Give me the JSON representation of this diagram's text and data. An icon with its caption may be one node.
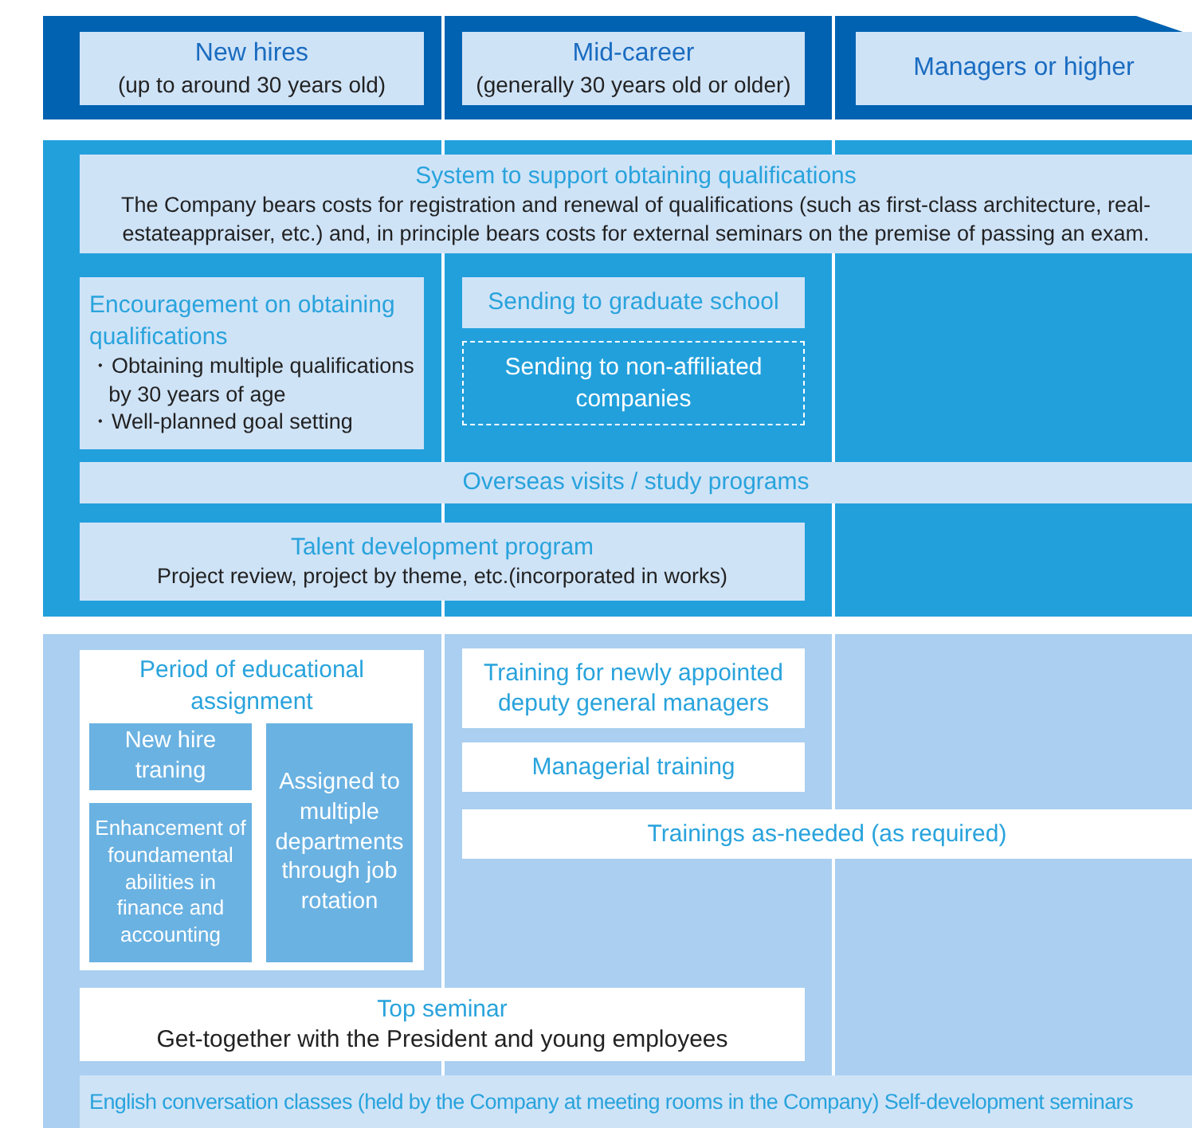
{
  "diagram": {
    "nodes": [
      {
        "text": [
          "New hires",
          "(up to around 30 years old)"
        ]
      },
      {
        "text": [
          "Mid-career",
          "(generally 30 years old or older)"
        ]
      },
      {
        "text": [
          "Managers or higher"
        ]
      },
      {
        "text": [
          "System to support obtaining qualifications",
          "The Company bears costs for registration and renewal of qualifications (such as first-class architecture, real-estateappraiser, etc.) and, in principle bears costs for external seminars on the premise of passing an exam."
        ]
      },
      {
        "text": [
          "Encouragement on obtaining qualifications",
          "・Obtaining multiple qualifications by 30 years of age",
          "・Well-planned goal setting"
        ]
      },
      {
        "text": [
          "Sending to graduate school"
        ]
      },
      {
        "text": [
          "Sending to non-affiliated companies"
        ]
      },
      {
        "text": [
          "Overseas visits / study programs"
        ]
      },
      {
        "text": [
          "Talent development program",
          "Project review, project by theme, etc.(incorporated in works)"
        ]
      },
      {
        "text": [
          "Period of educational assignment"
        ]
      },
      {
        "text": [
          "New hire traning"
        ],
        "in": 9
      },
      {
        "text": [
          "Enhancement of foundamental abilities in finance and accounting"
        ],
        "in": 9
      },
      {
        "text": [
          "Assigned to multiple departments through job rotation"
        ],
        "in": 9
      },
      {
        "text": [
          "Training for newly appointed deputy general managers"
        ]
      },
      {
        "text": [
          "Managerial training"
        ]
      },
      {
        "text": [
          "Trainings as-needed (as required)"
        ]
      },
      {
        "text": [
          "Top seminar",
          "Get-together with the President and young employees"
        ]
      },
      {
        "text": [
          "English conversation classes (held by the Company at meeting rooms in the Company) Self-development seminars"
        ]
      }
    ],
    "edges": []
  }
}
